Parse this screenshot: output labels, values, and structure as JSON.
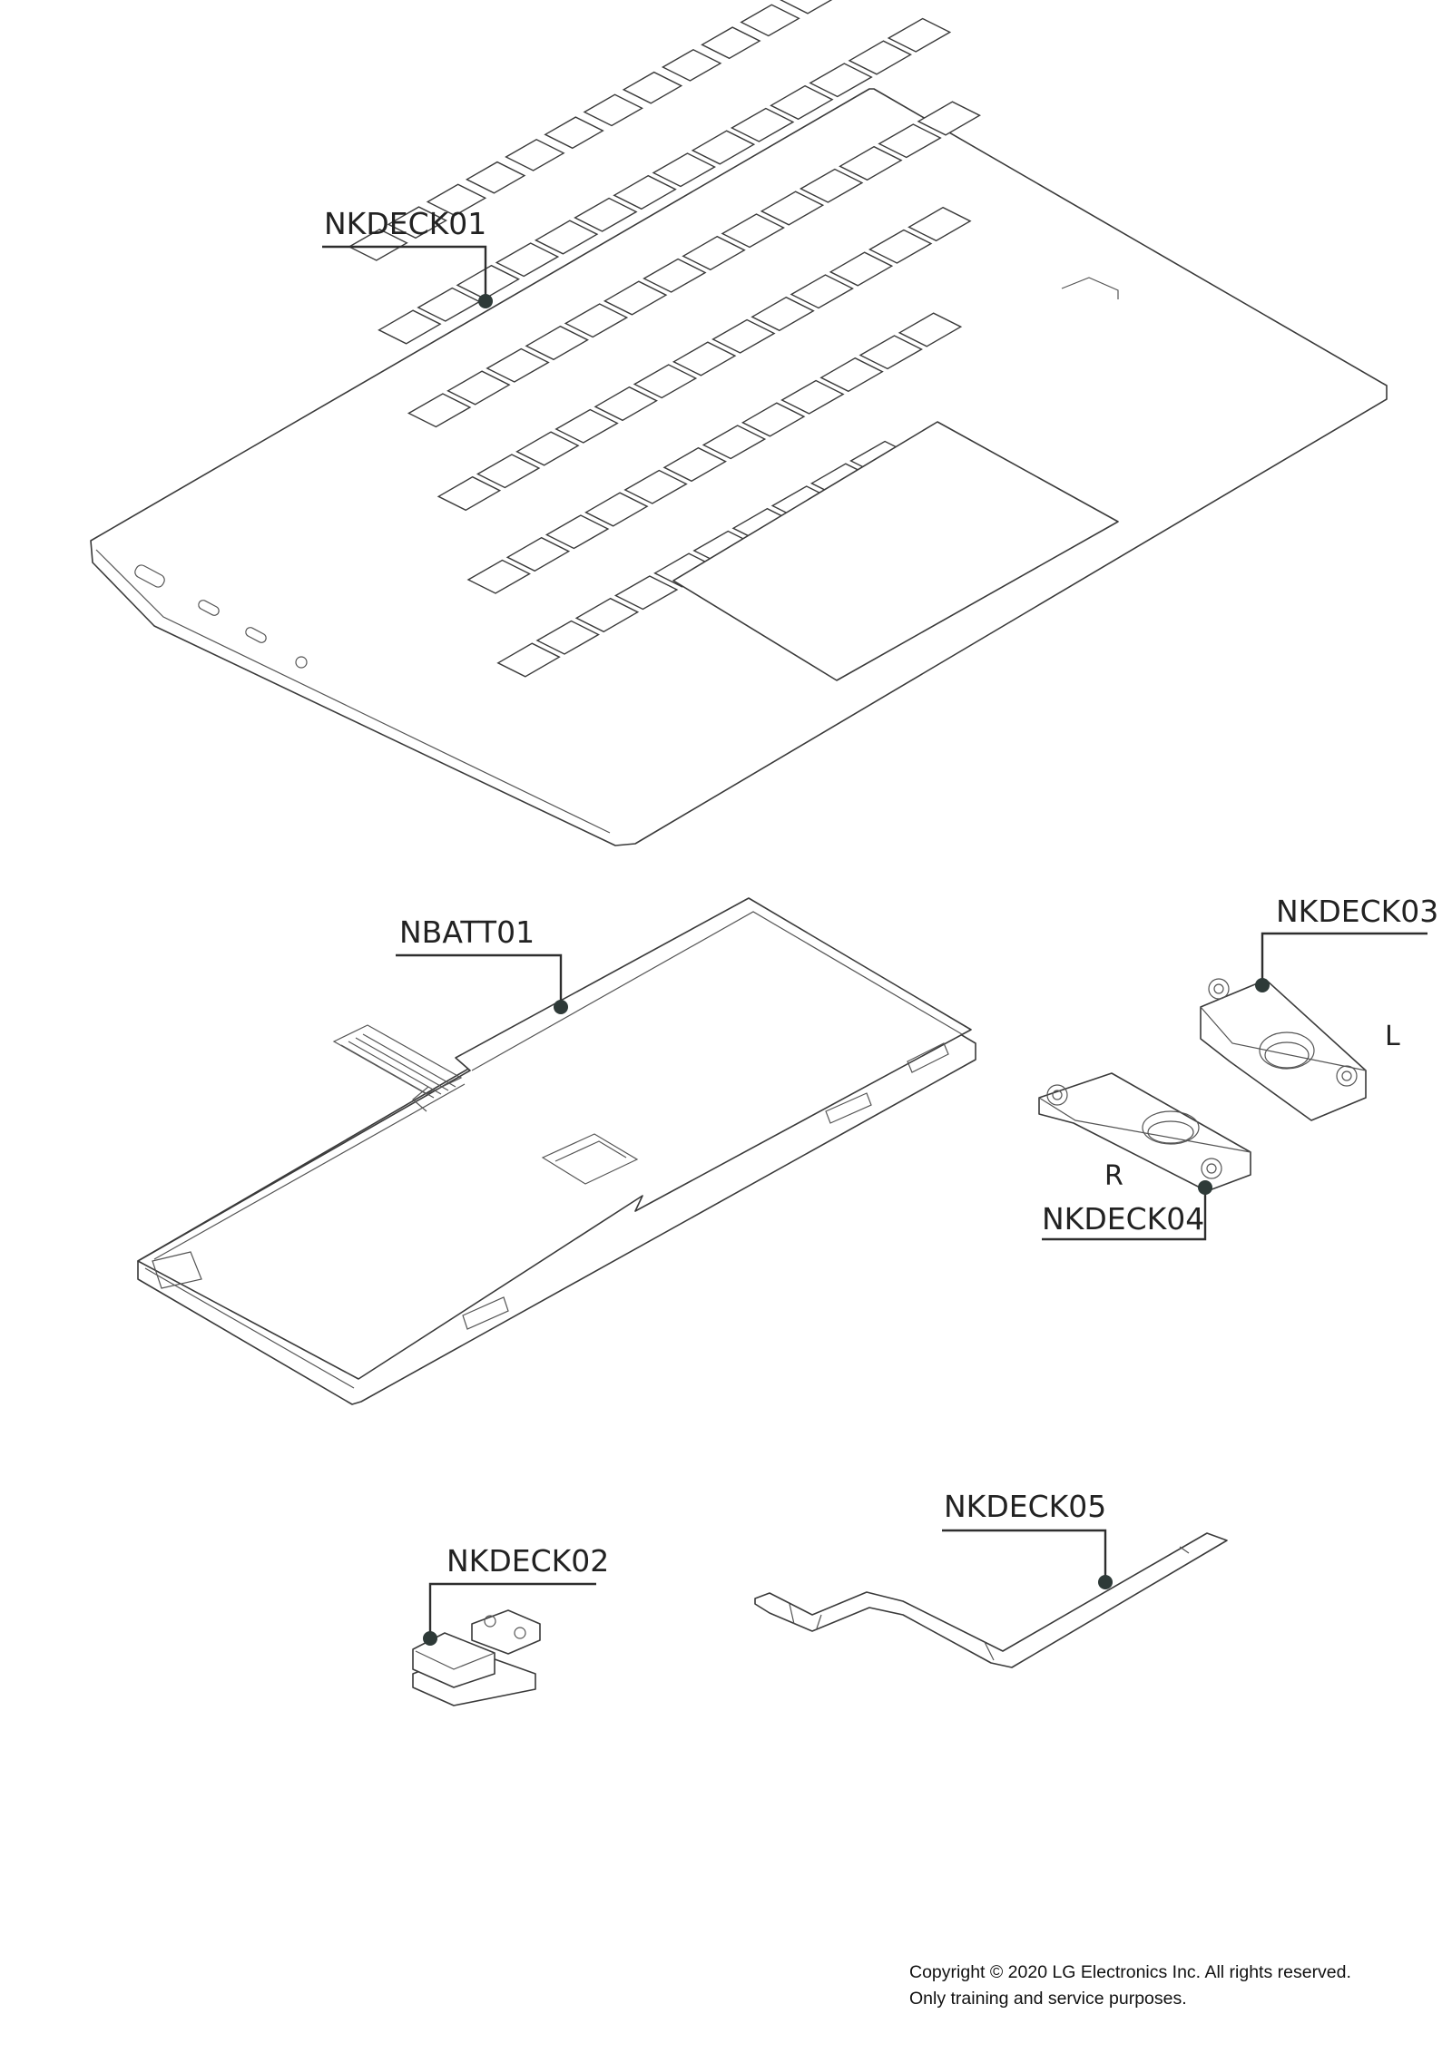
{
  "callouts": {
    "nkdeck01": "NKDECK01",
    "nbatt01": "NBATT01",
    "nkdeck03": "NKDECK03",
    "nkdeck04": "NKDECK04",
    "nkdeck02": "NKDECK02",
    "nkdeck05": "NKDECK05"
  },
  "side_labels": {
    "left": "L",
    "right": "R"
  },
  "footer": {
    "copyright": "Copyright © 2020 LG Electronics Inc. All rights reserved.",
    "notice": "Only training and service purposes."
  },
  "colors": {
    "line": "#3a3a3a",
    "leader": "#2e2e2e",
    "dot": "#2e3a38"
  }
}
